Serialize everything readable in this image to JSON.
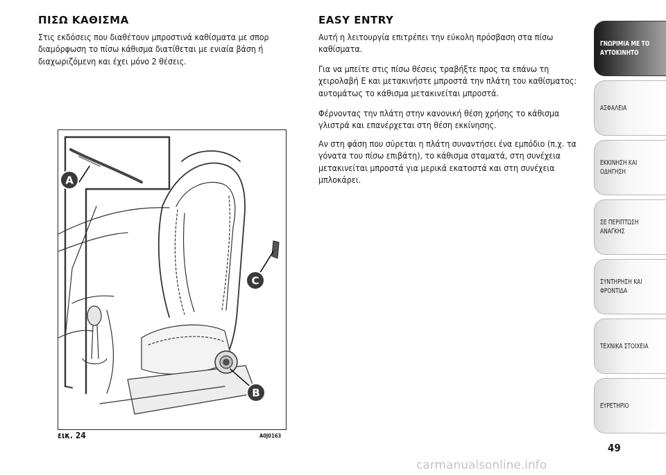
{
  "left": {
    "heading": "ΠΙΣΩ ΚΑΘΙΣΜΑ",
    "paragraph": "Στις εκδόσεις που διαθέτουν μπροστινά καθίσματα με σπορ διαμόρφωση το πίσω κάθισμα διατίθεται με ενιαία βάση ή διαχωριζόμενη και έχει μόνο 2 θέσεις."
  },
  "right": {
    "heading": "EASY ENTRY",
    "paragraphs": [
      "Αυτή η λειτουργία επιτρέπει την εύκολη πρόσβαση στα πίσω καθίσματα.",
      "Για να μπείτε στις πίσω θέσεις τραβήξτε προς τα επάνω τη χειρολαβή Ε και μετακινήστε μπροστά την πλάτη του καθίσματος: αυτομάτως το κάθισμα μετακινείται μπροστά.",
      "Φέρνοντας την πλάτη στην κανονική θέση χρήσης το κάθισμα γλιστρά και επανέρχεται στη θέση εκκίνησης.",
      "Αν στη φάση που σύρεται η πλάτη συναντήσει ένα εμπόδιο (π.χ. τα γόνατα του πίσω επιβάτη), το κάθισμα σταματά, στη συνέχεια μετακινείται μπροστά για μερικά εκατοστά και στη συνέχεια μπλοκάρει."
    ]
  },
  "figure": {
    "caption": "εικ. 24",
    "code": "A0J0163",
    "labels": [
      "A",
      "B",
      "C"
    ]
  },
  "tabs": [
    {
      "label": "ΓΝΩΡΙΜΙΑ ΜΕ ΤΟ\nΑΥΤΟΚΙΝΗΤΟ",
      "active": true
    },
    {
      "label": "ΑΣΦΑΛΕΙΑ",
      "active": false
    },
    {
      "label": "ΕΚΚΙΝΗΣΗ ΚΑΙ\nΟΔΗΓΗΣΗ",
      "active": false
    },
    {
      "label": "ΣΕ ΠΕΡΙΠΤΩΣΗ\nΑΝΑΓΚΗΣ",
      "active": false
    },
    {
      "label": "ΣΥΝΤΗΡΗΣΗ ΚΑΙ\nΦΡΟΝΤΙΔΑ",
      "active": false
    },
    {
      "label": "ΤΕΧΝΙΚΑ ΣΤΟΙΧΕΙΑ",
      "active": false
    },
    {
      "label": "ΕΥΡΕΤΗΡΙΟ",
      "active": false
    }
  ],
  "page_number": "49",
  "watermark": "carmanualsonline.info"
}
